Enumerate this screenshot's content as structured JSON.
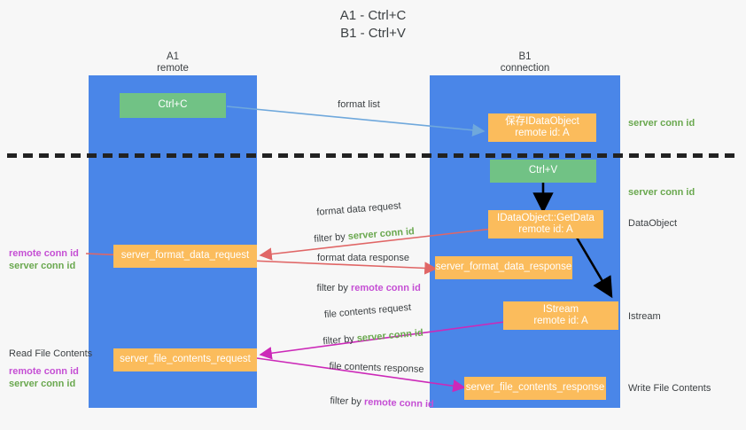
{
  "title": "A1 - Ctrl+C\nB1 - Ctrl+V",
  "lanes": [
    {
      "name": "A1",
      "sub": "remote",
      "heading": "A1\nremote"
    },
    {
      "name": "B1",
      "sub": "connection",
      "heading": "B1\nconnection"
    }
  ],
  "colors": {
    "lane": "#4a86e8",
    "green_box": "#71c285",
    "orange_box": "#fbbc5c",
    "blue_arrow": "#6fa8dc",
    "red_arrow": "#e06666",
    "magenta_arrow": "#cc29b8",
    "black_arrow": "#000000",
    "green_text": "#6aa84f",
    "magenta_text": "#c54fd4",
    "background": "#f7f7f7",
    "divider": "#222222"
  },
  "boxes": {
    "ctrl_c": "Ctrl+C",
    "ctrl_v": "Ctrl+V",
    "save_dataobject": "保存IDataObject\nremote id: A",
    "getdata": "IDataObject::GetData\nremote id: A",
    "istream": "IStream\nremote id: A",
    "server_format_data_request": "server_format_data_request",
    "server_format_data_response": "server_format_data_response",
    "server_file_contents_request": "server_file_contents_request",
    "server_file_contents_response": "server_file_contents_response"
  },
  "arrow_labels": {
    "format_list": "format list",
    "format_data_request": "format data request",
    "format_data_request_filter_prefix": "filter by ",
    "format_data_request_filter_value": "server conn id",
    "format_data_response": "format data response",
    "format_data_response_filter_prefix": "filter by ",
    "format_data_response_filter_value": "remote conn id",
    "file_contents_request": "file contents request",
    "file_contents_request_filter_prefix": "filter by ",
    "file_contents_request_filter_value": "server conn id",
    "file_contents_response": "file contents response",
    "file_contents_response_filter_prefix": "filter by ",
    "file_contents_response_filter_value": "remote conn id"
  },
  "right_labels": {
    "server_conn_id_top": "server conn id",
    "server_conn_id_mid": "server conn id",
    "dataobject": "DataObject",
    "istream": "Istream",
    "write_file_contents": "Write File Contents"
  },
  "left_labels": {
    "remote_conn_id_1": "remote conn id",
    "server_conn_id_1": "server conn id",
    "read_file_contents": "Read File Contents",
    "remote_conn_id_2": "remote conn id",
    "server_conn_id_2": "server conn id"
  }
}
